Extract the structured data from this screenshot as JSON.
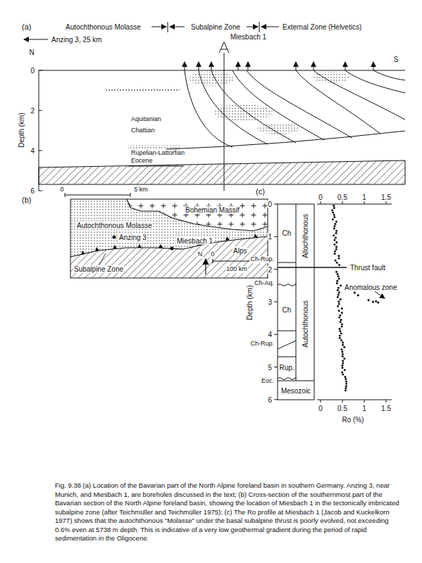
{
  "diagram": {
    "caption": "Fig. 9.38 (a) Location of the Bavarian part of the North Alpine foreland basin in southern Germany. Anzing 3, near Munich, and Miesbach 1, are boreholes discussed in the text; (b) Cross-section of the southernmost part of the Bavarian section of the North Alpine foreland basin, showing the location of Miesbach 1 in the tectonically imbricated subalpine zone (after Teichmüller and Teichmüller 1975); (c) The Ro profile at Miesbach 1 (Jacob and Kuckelkorn 1977) shows that the autochthonous \"Molasse\" under the basal subalpine thrust is poorly evolved, not exceeding 0.6% even at 5738 m depth. This is indicative of a very low geothermal gradient during the period of rapid sedimentation in the Oligocene.",
    "nodes": [
      {
        "text": [
          "Allochthonous"
        ]
      },
      {
        "text": [
          "Autochthonous"
        ]
      },
      {
        "text": [
          "Ch"
        ]
      },
      {
        "text": [
          "Ch"
        ]
      },
      {
        "text": [
          "Rup."
        ]
      },
      {
        "text": [
          "Mesozoic"
        ]
      }
    ],
    "labels": [
      "(a)",
      "Autochthonous Molasse",
      "Subalpine Zone",
      "External Zone (Helvetics)",
      "Anzing 3, 25 km",
      "Miesbach 1",
      "N",
      "S",
      "0",
      "2",
      "4",
      "6",
      "Depth (km)",
      "Aquitanian",
      "Chattian",
      "Rupelian-Lattorfian",
      "Eocene",
      "0",
      "5 km",
      "(b)",
      "Bohemian Massif",
      "Autochthonous Molasse",
      "Anzing 3",
      "Miesbach 1",
      "Alps",
      "Subalpine Zone",
      "N",
      "0",
      "100 km",
      "(c)",
      "0",
      "0.5",
      "1",
      "1.5",
      "0",
      "0.5",
      "1",
      "1.5",
      "Ro (%)",
      "0",
      "1",
      "2",
      "3",
      "4",
      "5",
      "6",
      "Depth (km)",
      "Ch-Rup.",
      "Ch-Aq.",
      "Ch-Rup.",
      "Eoc.",
      "Thrust fault",
      "Anomalous zone"
    ]
  }
}
